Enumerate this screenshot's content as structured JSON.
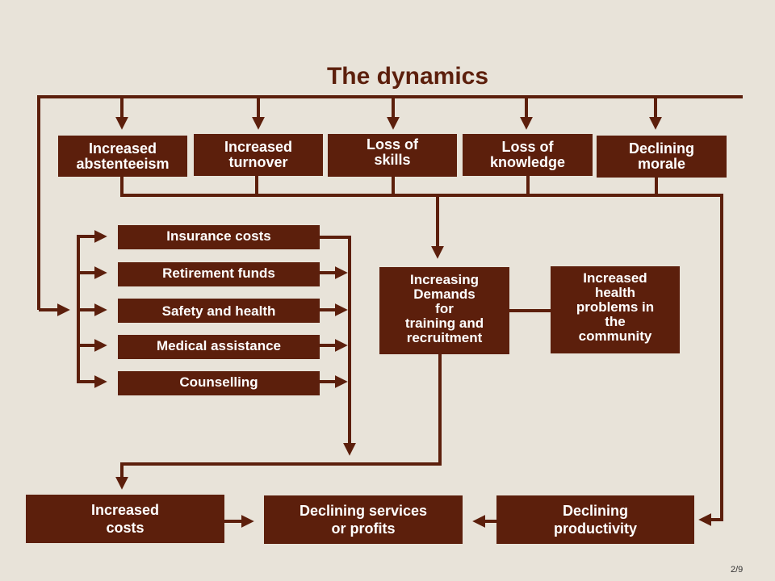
{
  "title": "The dynamics",
  "top_row": [
    "Increased\nabstenteeism",
    "Increased\nturnover",
    "Loss of\nskills",
    "Loss of\nknowledge",
    "Declining\nmorale"
  ],
  "cost_list": [
    "Insurance costs",
    "Retirement funds",
    "Safety and health",
    "Medical assistance",
    "Counselling"
  ],
  "middle": {
    "demands": "Increasing\nDemands\nfor\ntraining and\nrecruitment",
    "health": "Increased\nhealth\nproblems in\nthe\ncommunity"
  },
  "bottom_row": {
    "costs": "Increased\ncosts",
    "services": "Declining services\nor profits",
    "productivity": "Declining\nproductivity"
  },
  "page_number": "2/9",
  "colors": {
    "box": "#5c1f0c",
    "background": "#e8e3d9",
    "text": "#ffffff"
  }
}
